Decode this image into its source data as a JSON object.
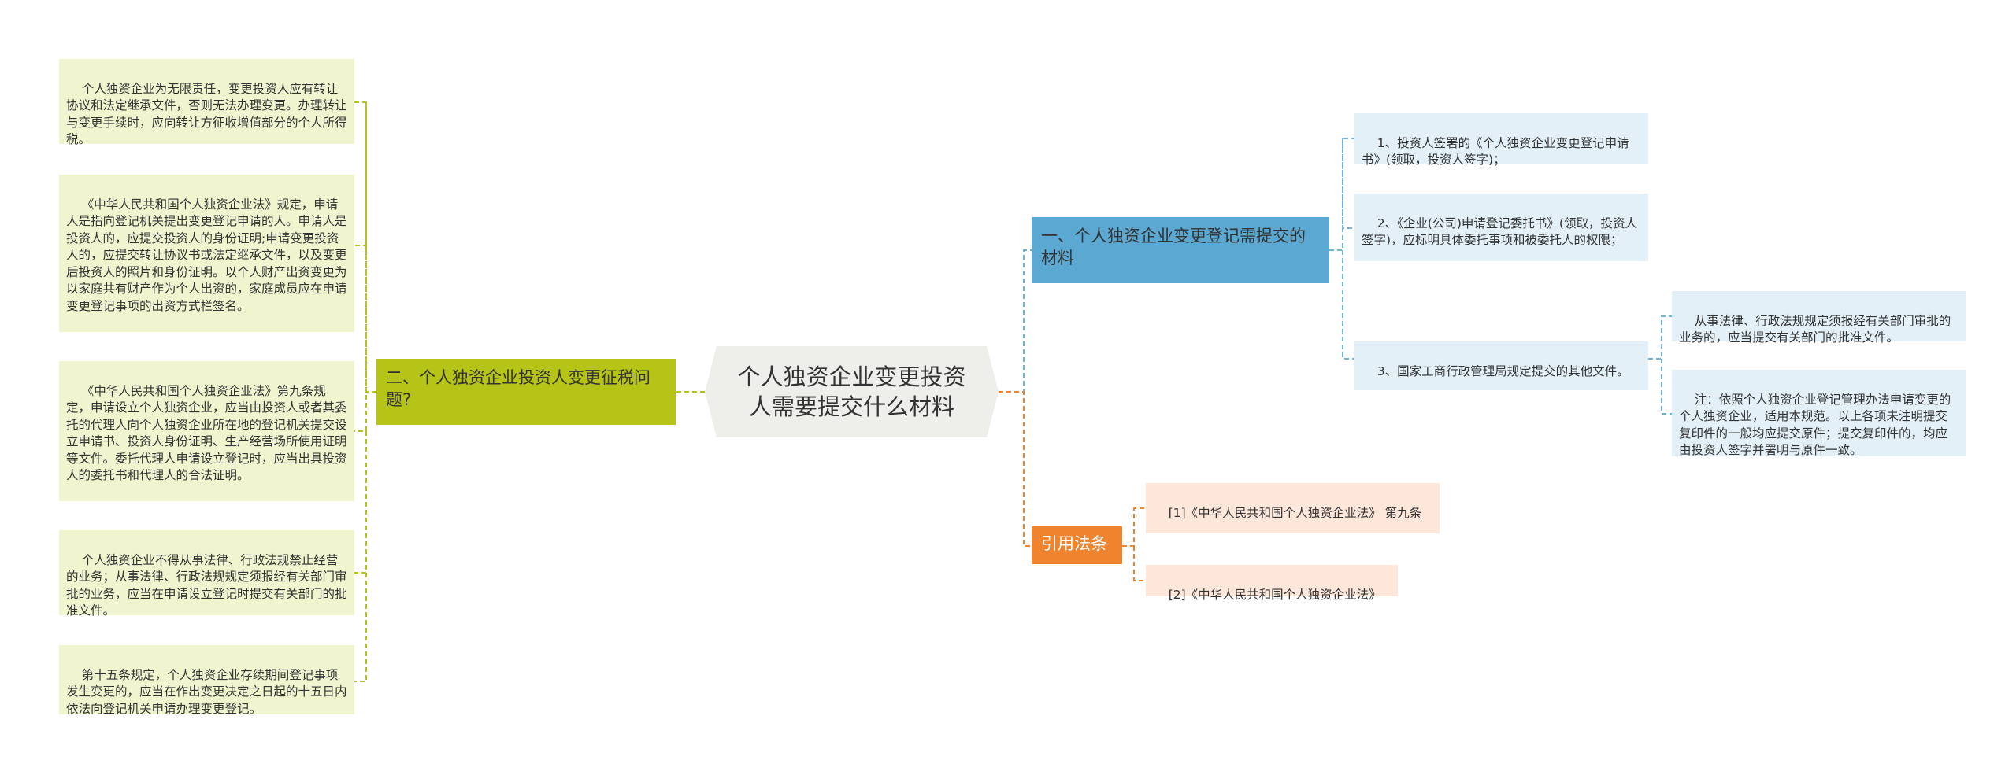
{
  "root": {
    "title": "个人独资企业变更投资人需要提交什么材料"
  },
  "branches": {
    "materials": {
      "label": "一、个人独资企业变更登记需提交的材料",
      "items": [
        "1、投资人签署的《个人独资企业变更登记申请书》(领取，投资人签字)；",
        "2、《企业(公司)申请登记委托书》(领取，投资人签字)，应标明具体委托事项和被委托人的权限；",
        "3、国家工商行政管理局规定提交的其他文件。"
      ],
      "sub_items": [
        "从事法律、行政法规规定须报经有关部门审批的业务的，应当提交有关部门的批准文件。",
        "注：依照个人独资企业登记管理办法申请变更的个人独资企业，适用本规范。以上各项未注明提交复印件的一般均应提交原件；提交复印件的，均应由投资人签字并署明与原件一致。"
      ]
    },
    "tax": {
      "label": "二、个人独资企业投资人变更征税问题?",
      "items": [
        "个人独资企业为无限责任，变更投资人应有转让协议和法定继承文件，否则无法办理变更。办理转让与变更手续时，应向转让方征收增值部分的个人所得税。",
        "《中华人民共和国个人独资企业法》规定，申请人是指向登记机关提出变更登记申请的人。申请人是投资人的，应提交投资人的身份证明;申请变更投资人的，应提交转让协议书或法定继承文件，以及变更后投资人的照片和身份证明。以个人财产出资变更为以家庭共有财产作为个人出资的，家庭成员应在申请变更登记事项的出资方式栏签名。",
        "《中华人民共和国个人独资企业法》第九条规定，申请设立个人独资企业，应当由投资人或者其委托的代理人向个人独资企业所在地的登记机关提交设立申请书、投资人身份证明、生产经营场所使用证明等文件。委托代理人申请设立登记时，应当出具投资人的委托书和代理人的合法证明。",
        "个人独资企业不得从事法律、行政法规禁止经营的业务；从事法律、行政法规规定须报经有关部门审批的业务，应当在申请设立登记时提交有关部门的批准文件。",
        "第十五条规定，个人独资企业存续期间登记事项发生变更的，应当在作出变更决定之日起的十五日内依法向登记机关申请办理变更登记。"
      ]
    },
    "law": {
      "label": "引用法条",
      "items": [
        "[1]《中华人民共和国个人独资企业法》 第九条",
        "[2]《中华人民共和国个人独资企业法》"
      ]
    }
  },
  "colors": {
    "root_bg": "#eeeeea",
    "branch_blue": "#5ba9d3",
    "branch_olive": "#b6c418",
    "branch_orange": "#f0832e",
    "leaf_green": "#f0f5d0",
    "leaf_blue": "#e3f0f8",
    "leaf_peach": "#fde6da",
    "line_blue": "#6fb3d9",
    "line_olive": "#b6c418",
    "line_orange": "#f0832e"
  }
}
